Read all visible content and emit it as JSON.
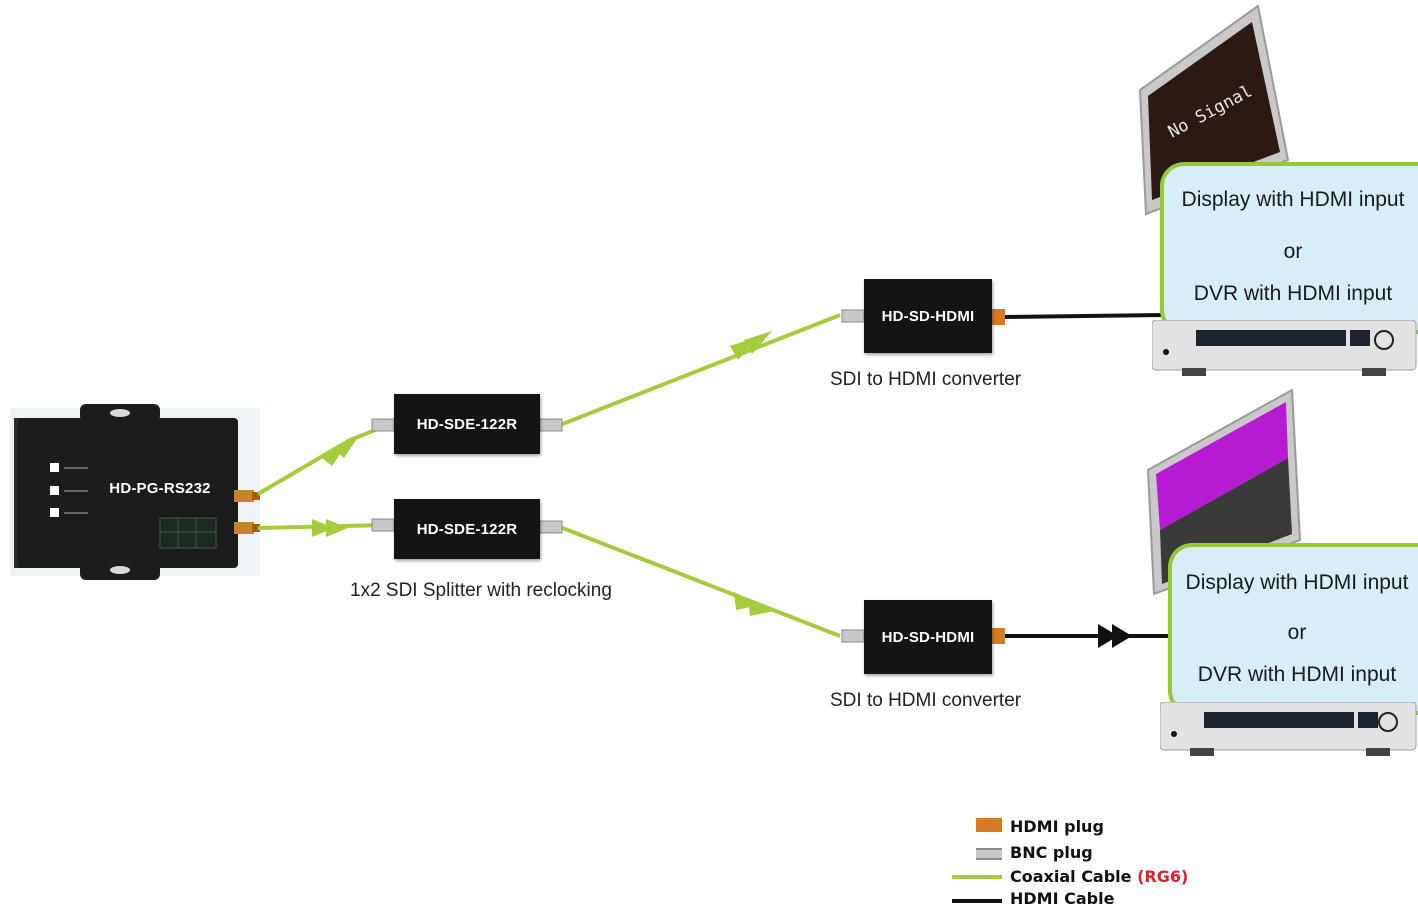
{
  "source_device": {
    "label": "HD-PG-RS232"
  },
  "splitter": {
    "top_label": "HD-SDE-122R",
    "bottom_label": "HD-SDE-122R",
    "caption": "1x2 SDI Splitter with reclocking"
  },
  "converters": [
    {
      "label": "HD-SD-HDMI",
      "caption": "SDI to HDMI converter"
    },
    {
      "label": "HD-SD-HDMI",
      "caption": "SDI to HDMI converter"
    }
  ],
  "outputs": [
    {
      "screen_text": "No Signal",
      "line1": "Display with HDMI input",
      "line2": "or",
      "line3": "DVR with HDMI input"
    },
    {
      "line1": "Display with HDMI input",
      "line2": "or",
      "line3": "DVR with HDMI input"
    }
  ],
  "legend": {
    "hdmi_plug": "HDMI plug",
    "bnc_plug": "BNC plug",
    "coax_cable": "Coaxial Cable",
    "coax_cable_note": "(RG6)",
    "hdmi_cable": "HDMI Cable"
  },
  "colors": {
    "coax": "#a6cc3c",
    "hdmi_cable": "#111111",
    "hdmi_plug": "#d77a22",
    "note_red": "#e0202a",
    "screen_magenta": "#b61ad2"
  }
}
